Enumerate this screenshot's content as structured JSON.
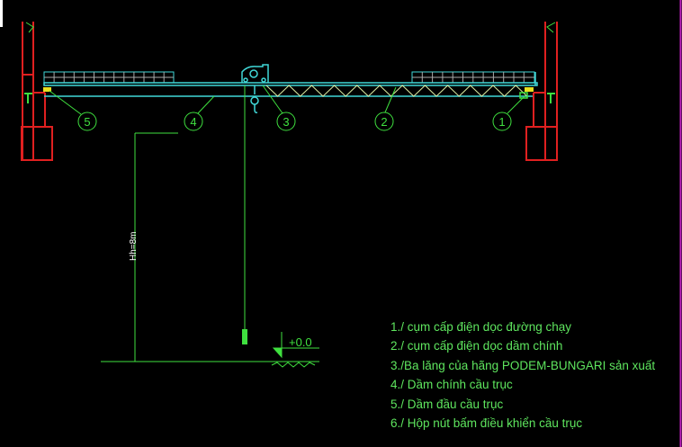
{
  "drawing": {
    "balloons": [
      "5",
      "4",
      "3",
      "2",
      "1"
    ],
    "height_dim": "Hh=8m",
    "elevation": "+0.0",
    "colors": {
      "column": "#e02020",
      "beam": "#40d8d8",
      "annotation": "#3fe03f",
      "background": "#000000",
      "border": "#c020c0"
    }
  },
  "legend": [
    "1./ cụm cấp điện dọc đường chạy",
    "2./ cụm cấp điện dọc dầm chính",
    "3./Ba lăng của hãng PODEM-BUNGARI sản xuất",
    "4./ Dầm chính cầu trục",
    "5./ Dầm đầu cầu trục",
    "6./ Hộp nút bấm điều khiển cầu trục"
  ]
}
